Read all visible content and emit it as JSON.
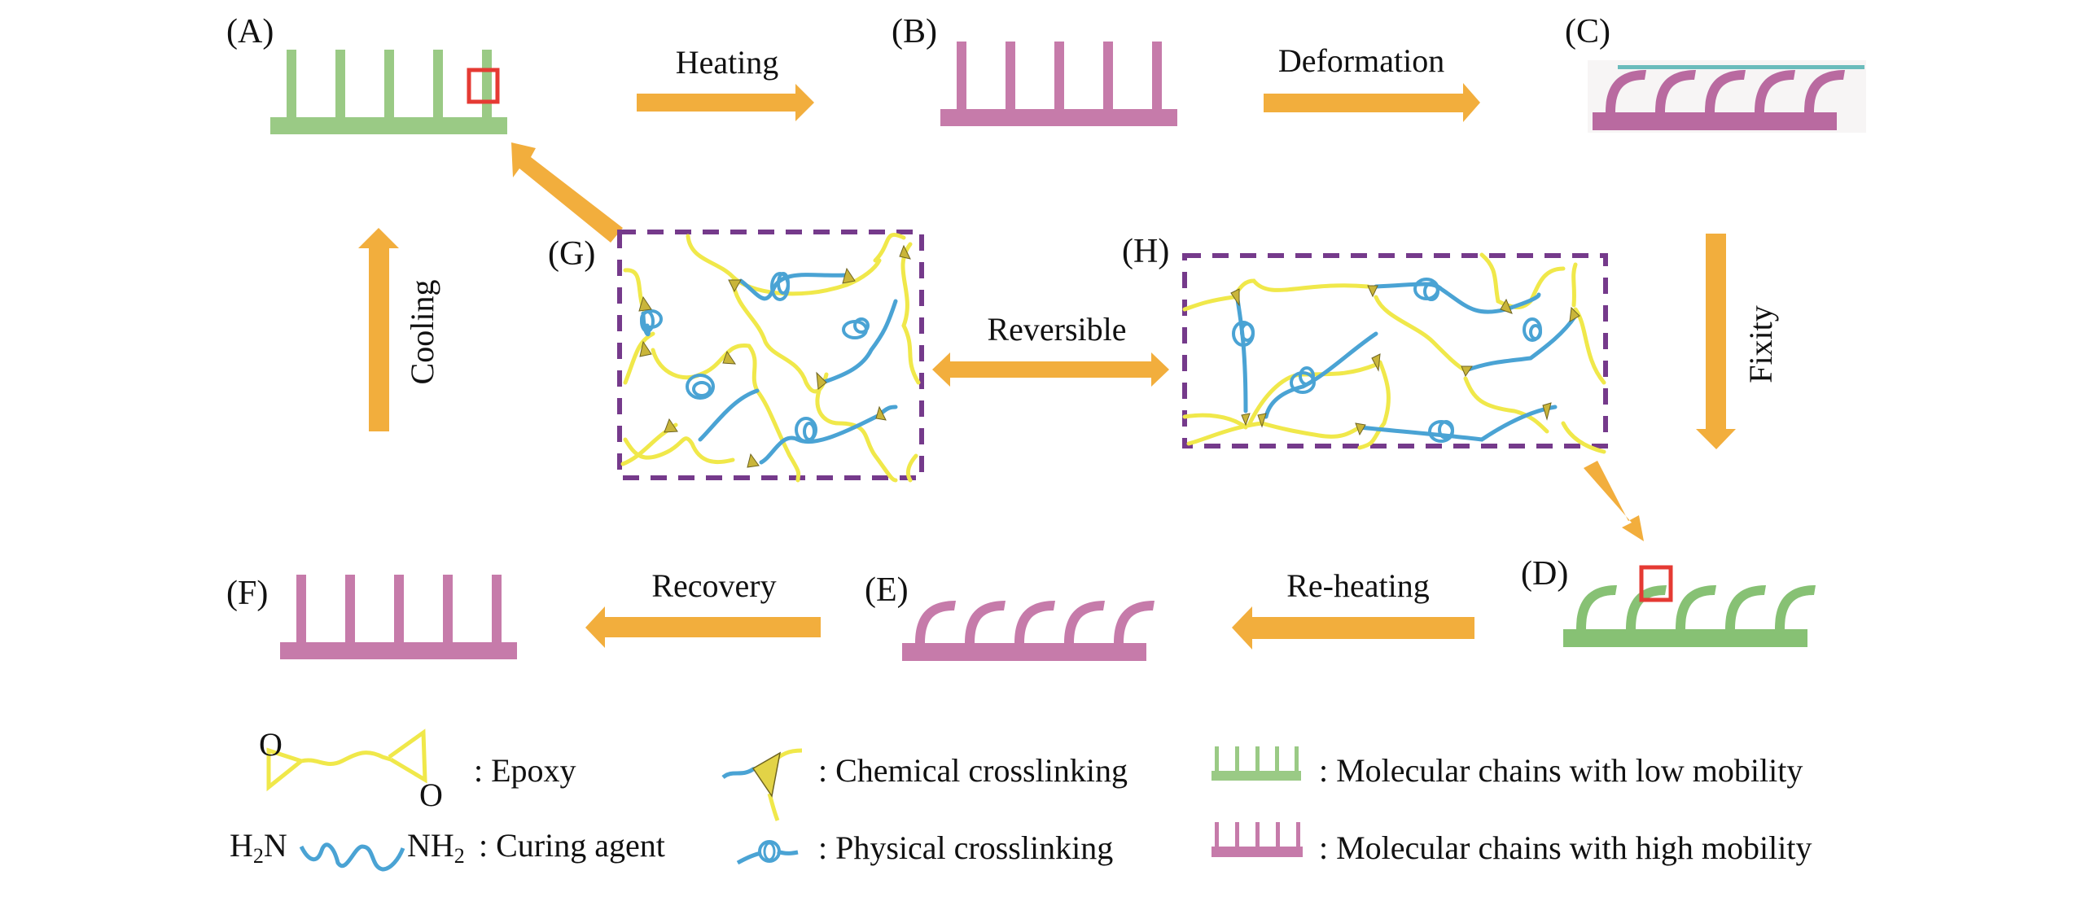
{
  "figure": {
    "type": "shape-memory epoxy mechanism diagram",
    "colors": {
      "low_mobility": "#9aca85",
      "low_mobility_curved": "#87c174",
      "high_mobility": "#c67baa",
      "high_mobility_deformed": "#b96aa0",
      "arrow": "#f2ae3d",
      "highlight_box": "#e53a33",
      "fixture_plate": "#6bbcbc",
      "network_box": "#753a8b",
      "epoxy_chain": "#f0e84a",
      "curing_chain": "#4aa3d4",
      "crosslink_node": "#c9b53a",
      "text": "#111111"
    }
  },
  "panels": {
    "A": {
      "label": "(A)",
      "state": "straight",
      "mobility": "low"
    },
    "B": {
      "label": "(B)",
      "state": "straight",
      "mobility": "high"
    },
    "C": {
      "label": "(C)",
      "state": "deformed-under-plate",
      "mobility": "high"
    },
    "D": {
      "label": "(D)",
      "state": "deformed",
      "mobility": "low"
    },
    "E": {
      "label": "(E)",
      "state": "deformed",
      "mobility": "high"
    },
    "F": {
      "label": "(F)",
      "state": "straight",
      "mobility": "high"
    },
    "G": {
      "label": "(G)",
      "network": "physical + chemical crosslinking"
    },
    "H": {
      "label": "(H)",
      "network": "physical + chemical crosslinking"
    }
  },
  "steps": {
    "heating": "Heating",
    "deformation": "Deformation",
    "fixity": "Fixity",
    "reheating": "Re-heating",
    "recovery": "Recovery",
    "cooling": "Cooling",
    "reversible": "Reversible"
  },
  "legend": {
    "epoxy": {
      "label": ": Epoxy",
      "atom_o": "O"
    },
    "curing_agent": {
      "label": ": Curing agent",
      "left_group": "H",
      "left_sub": "2",
      "left_atom": "N",
      "right_group": "NH",
      "right_sub": "2"
    },
    "chemical_crosslinking": {
      "label": ": Chemical crosslinking"
    },
    "physical_crosslinking": {
      "label": ": Physical crosslinking"
    },
    "low_mobility": {
      "label": ": Molecular chains with low mobility"
    },
    "high_mobility": {
      "label": ": Molecular chains with high mobility"
    }
  }
}
